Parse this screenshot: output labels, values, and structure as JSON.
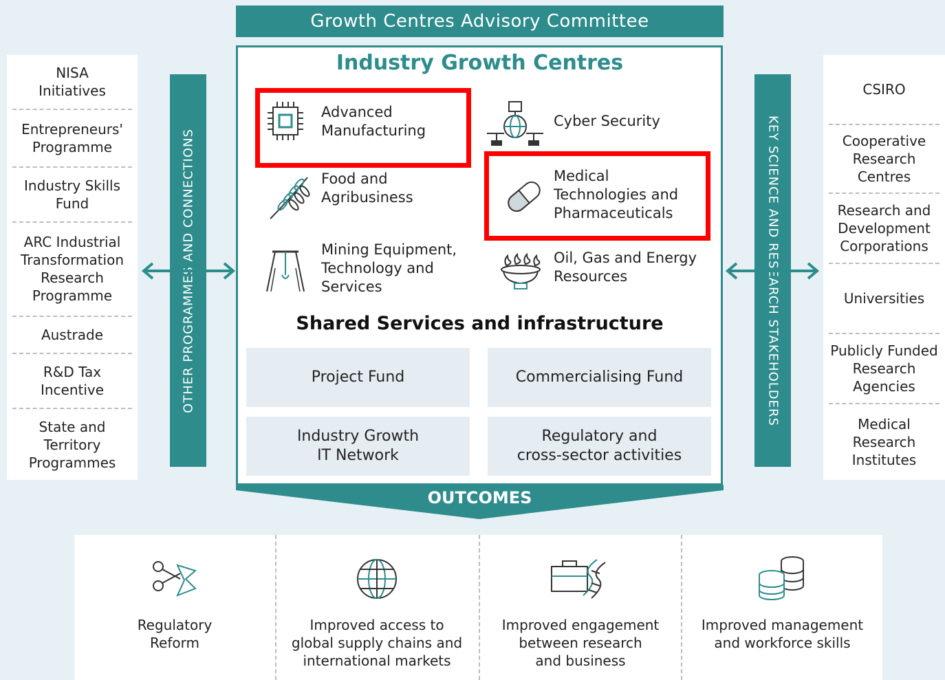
{
  "committee": "Growth Centres Advisory Committee",
  "igc_title": "Industry Growth Centres",
  "left_bar": "OTHER PROGRAMMES AND CONNECTIONS",
  "right_bar": "KEY SCIENCE AND RESEARCH STAKEHOLDERS",
  "left_items": [
    "NISA\nInitiatives",
    "Entrepreneurs'\nProgramme",
    "Industry Skills\nFund",
    "ARC Industrial\nTransformation\nResearch\nProgramme",
    "Austrade",
    "R&D Tax\nIncentive",
    "State and\nTerritory\nProgrammes"
  ],
  "right_items": [
    "CSIRO",
    "Cooperative\nResearch\nCentres",
    "Research and\nDevelopment\nCorporations",
    "Universities",
    "Publicly Funded\nResearch\nAgencies",
    "Medical\nResearch\nInstitutes"
  ],
  "centres": {
    "advanced_manufacturing": "Advanced\nManufacturing",
    "cyber_security": "Cyber Security",
    "food_agribusiness": "Food and\nAgribusiness",
    "medtech_pharma": "Medical\nTechnologies and\nPharmaceuticals",
    "mining": "Mining Equipment,\nTechnology and\nServices",
    "oil_gas": "Oil, Gas and Energy\nResources"
  },
  "icons": {
    "advanced_manufacturing": "chip-icon",
    "cyber_security": "globe-network-icon",
    "food_agribusiness": "wheat-icon",
    "medtech_pharma": "capsule-icon",
    "mining": "mining-rig-icon",
    "oil_gas": "gas-flame-icon"
  },
  "shared_title": "Shared Services and infrastructure",
  "services": [
    "Project Fund",
    "Commercialising Fund",
    "Industry Growth\nIT Network",
    "Regulatory and\ncross-sector activities"
  ],
  "outcomes_label": "OUTCOMES",
  "outcomes": [
    {
      "label": "Regulatory\nReform",
      "icon": "scissors-cutting-tape-icon"
    },
    {
      "label": "Improved access to\nglobal supply chains and\ninternational markets",
      "icon": "globe-icon"
    },
    {
      "label": "Improved engagement\nbetween research\nand business",
      "icon": "briefcase-dna-icon"
    },
    {
      "label": "Improved management\nand workforce skills",
      "icon": "coin-stack-icon"
    }
  ],
  "colors": {
    "teal": "#2e8c8c",
    "highlight": "#ff0000",
    "background": "#e7f1f5"
  }
}
